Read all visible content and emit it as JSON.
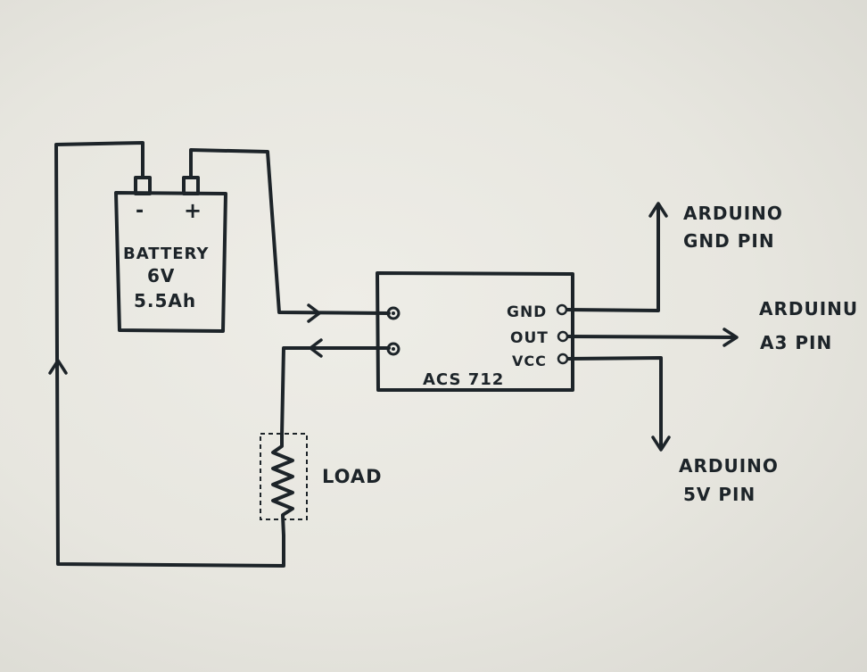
{
  "battery": {
    "minus": "-",
    "plus": "+",
    "line1": "BATTERY",
    "line2": "6V",
    "line3": "5.5Ah"
  },
  "sensor": {
    "name": "ACS 712",
    "pin_gnd": "GND",
    "pin_out": "OUT",
    "pin_vcc": "VCC"
  },
  "load": {
    "label": "LOAD"
  },
  "arduino_gnd": {
    "line1": "ARDUINO",
    "line2": "GND PIN"
  },
  "arduino_a3": {
    "line1": "ARDUINU",
    "line2": "A3 PIN"
  },
  "arduino_5v": {
    "line1": "ARDUINO",
    "line2": "5V PIN"
  },
  "colors": {
    "ink": "#1d2429",
    "paper": "#e9e8e2"
  }
}
